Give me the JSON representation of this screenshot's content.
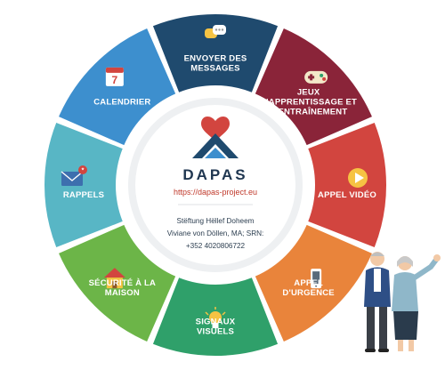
{
  "center": {
    "brand": "DAPAS",
    "url": "https://dapas-project.eu",
    "info_lines": [
      "Stëftung Hëllef Doheem",
      "Viviane von Döllen, MA; SRN:",
      "+352 4020806722"
    ]
  },
  "segments": [
    {
      "id": "messages",
      "lines": [
        "ENVOYER DES",
        "MESSAGES"
      ],
      "color": "#1f4a6e",
      "icon": "chat-bubbles-icon"
    },
    {
      "id": "games",
      "lines": [
        "JEUX",
        "D'APPRENTISSAGE ET",
        "D'ENTRAÎNEMENT"
      ],
      "color": "#8a2439",
      "icon": "gamepad-icon"
    },
    {
      "id": "video",
      "lines": [
        "APPEL VIDÉO"
      ],
      "color": "#d2453f",
      "icon": "play-button-icon"
    },
    {
      "id": "emergency",
      "lines": [
        "APPEL",
        "D'URGENCE"
      ],
      "color": "#e9843b",
      "icon": "mobile-phone-icon"
    },
    {
      "id": "signals",
      "lines": [
        "SIGNAUX",
        "VISUELS"
      ],
      "color": "#2fa06a",
      "icon": "light-bulb-icon"
    },
    {
      "id": "security",
      "lines": [
        "SÉCURITÉ À LA",
        "MAISON"
      ],
      "color": "#6cb548",
      "icon": "house-icon"
    },
    {
      "id": "reminders",
      "lines": [
        "RAPPELS"
      ],
      "color": "#58b6c5",
      "icon": "envelope-icon"
    },
    {
      "id": "calendar",
      "lines": [
        "CALENDRIER"
      ],
      "color": "#3d8fce",
      "icon": "calendar-icon",
      "icon_text": "7"
    }
  ]
}
